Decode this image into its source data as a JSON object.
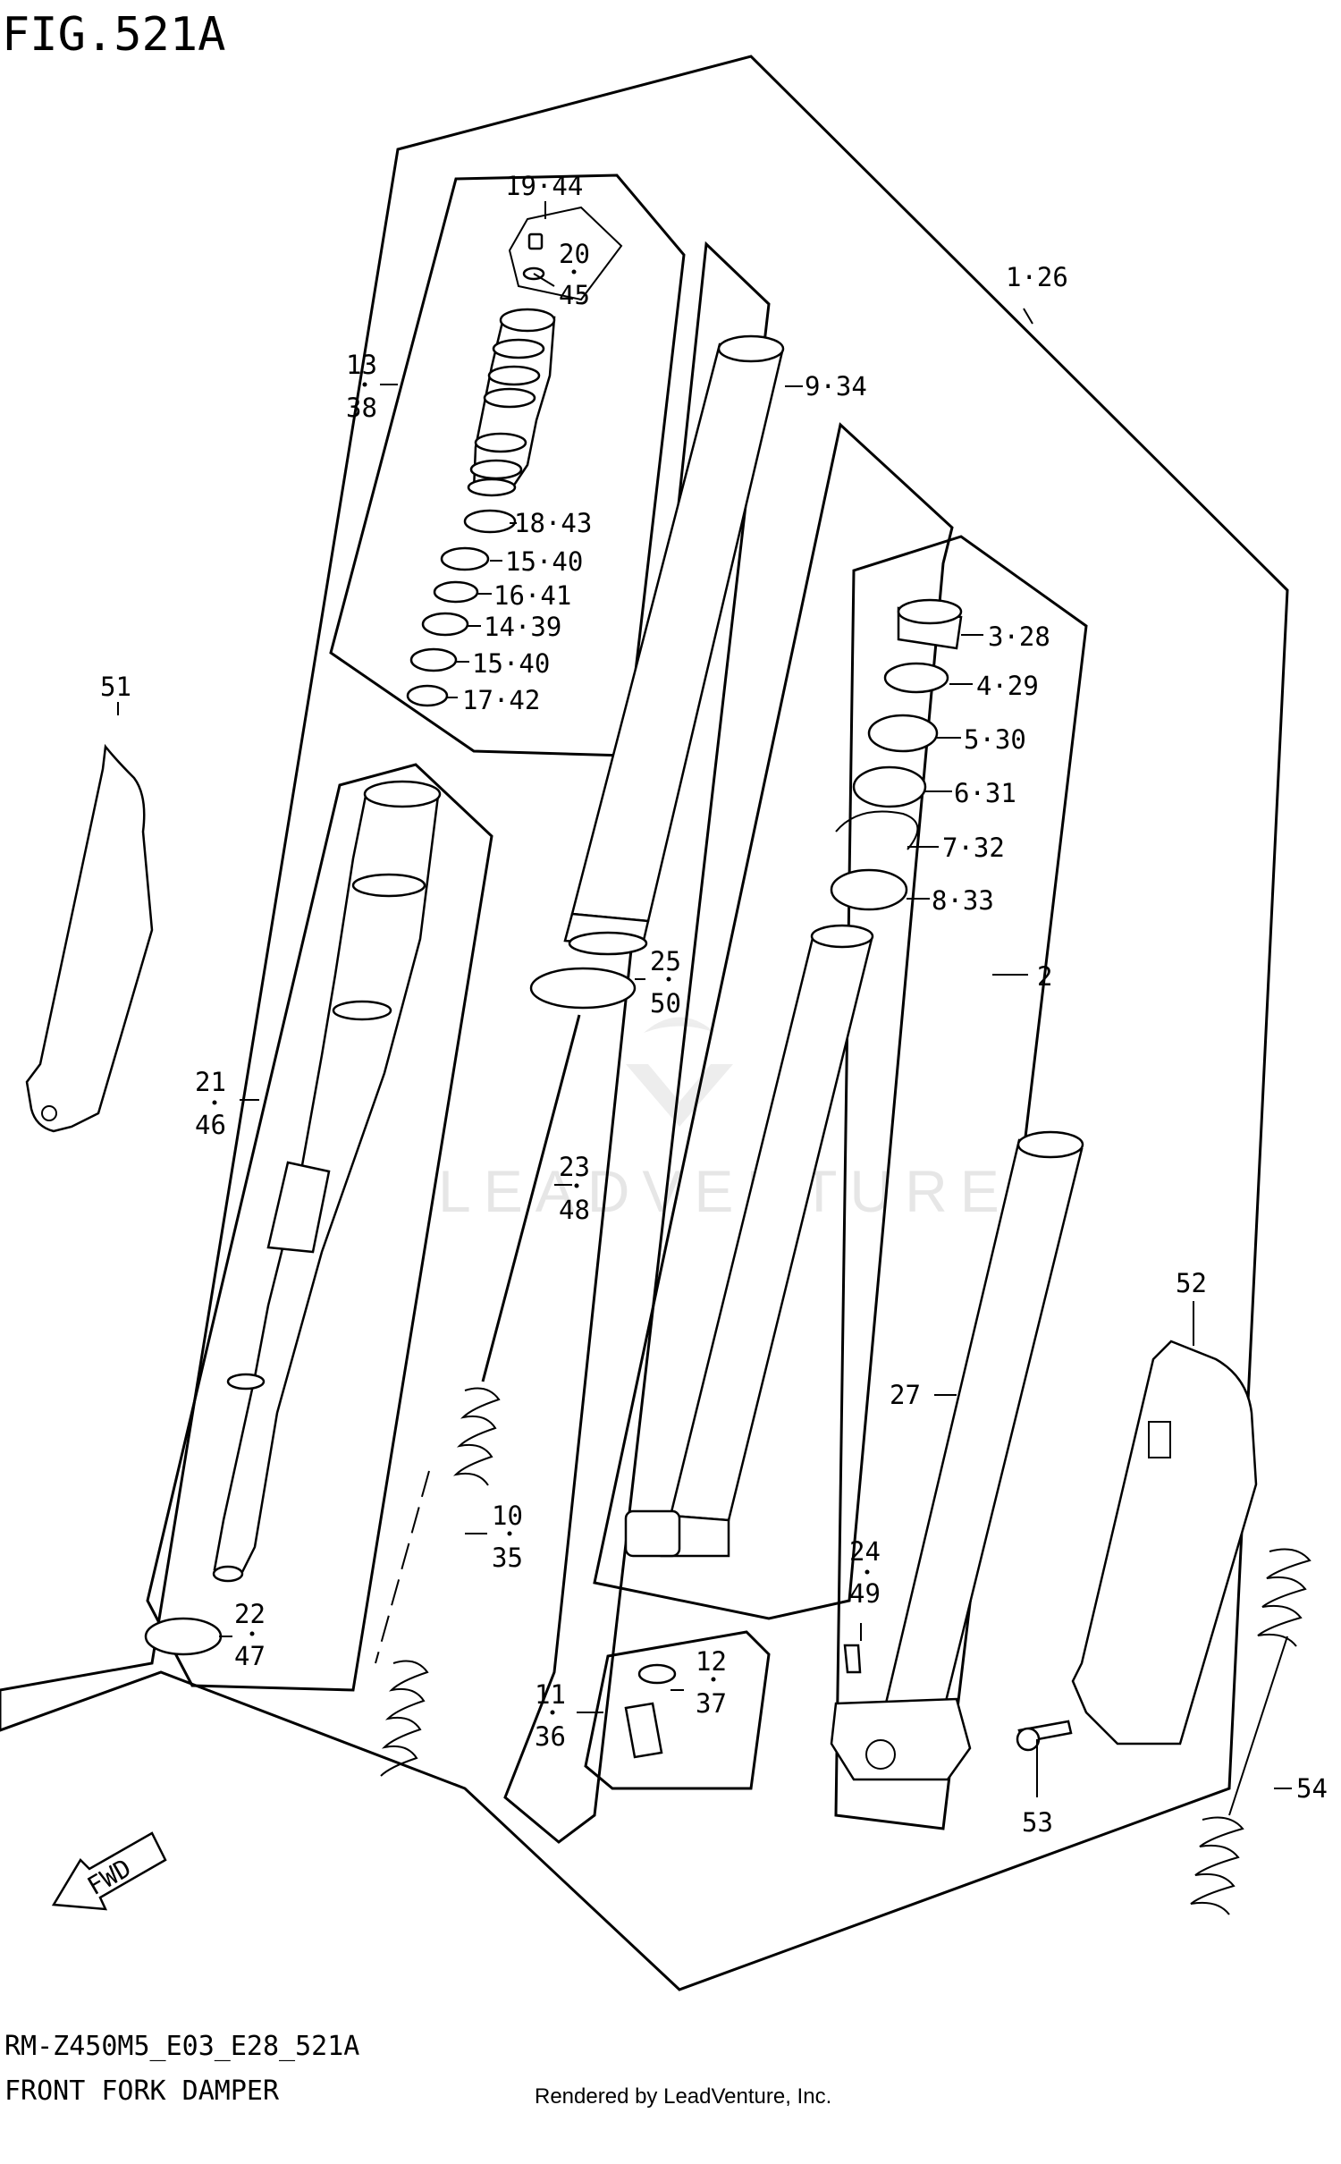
{
  "figure": {
    "title": "FIG.521A"
  },
  "footer": {
    "model_code": "RM-Z450M5_E03_E28_521A",
    "name": "FRONT FORK DAMPER",
    "credit": "Rendered by LeadVenture, Inc."
  },
  "watermark": {
    "text": "LEADVENTURE"
  },
  "fwd_label": "FWD",
  "callouts": {
    "c19_44": "19·44",
    "c20": "20",
    "c45": "45",
    "c13": "13",
    "c38": "38",
    "c1_26": "1·26",
    "c9_34": "9·34",
    "c18_43": "18·43",
    "c15_40a": "15·40",
    "c16_41": "16·41",
    "c14_39": "14·39",
    "c15_40b": "15·40",
    "c17_42": "17·42",
    "c3_28": "3·28",
    "c4_29": "4·29",
    "c5_30": "5·30",
    "c6_31": "6·31",
    "c7_32": "7·32",
    "c8_33": "8·33",
    "c2": "2",
    "c51": "51",
    "c25": "25",
    "c50": "50",
    "c21": "21",
    "c46": "46",
    "c23": "23",
    "c48": "48",
    "c52": "52",
    "c27": "27",
    "c10": "10",
    "c35": "35",
    "c24": "24",
    "c49": "49",
    "c22": "22",
    "c47": "47",
    "c12": "12",
    "c37": "37",
    "c11": "11",
    "c36": "36",
    "c53": "53",
    "c54": "54"
  }
}
